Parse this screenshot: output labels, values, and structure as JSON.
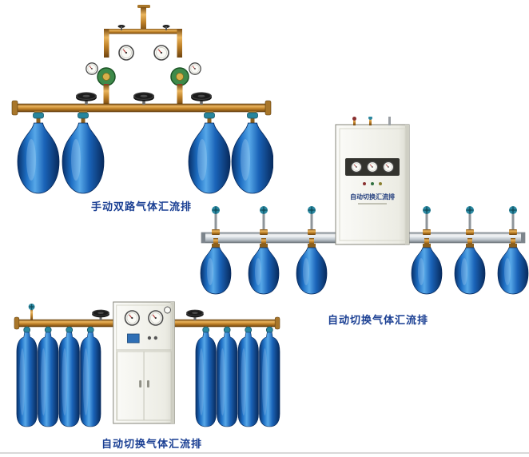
{
  "page": {
    "background": "#ffffff"
  },
  "colors": {
    "caption_blue": "#1a3f93",
    "cylinder_blue": "#1565c0",
    "brass": "#c8842c",
    "rail_silver": "#c3cad0",
    "cabinet_white": "#f4f4ef",
    "valve_teal": "#2a87a0"
  },
  "products": [
    {
      "caption": "手动双路气体汇流排",
      "cylinders": 4
    },
    {
      "caption": "自动切换气体汇流排",
      "cylinders": 6,
      "cabinet_label": "自动切换汇流排"
    },
    {
      "caption": "自动切换气体汇流排",
      "cylinders": 8
    }
  ]
}
